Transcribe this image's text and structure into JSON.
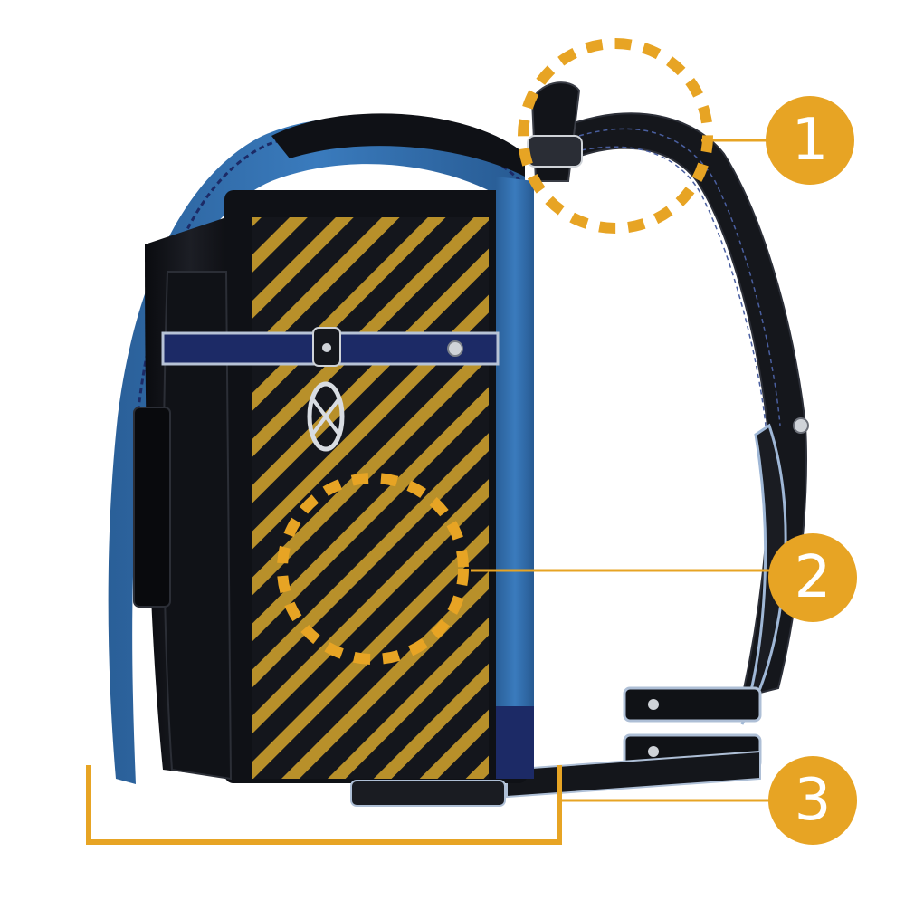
{
  "colors": {
    "accent": "#e7a424",
    "bag_body": "#111319",
    "bag_blue": "#2f6aa6",
    "bag_navy": "#1c2a66",
    "stripe": "#b8902a",
    "strap": "#15171c",
    "metal": "#cfd3d8"
  },
  "callouts": [
    {
      "number": "1",
      "target": "shoulder-strap-joint"
    },
    {
      "number": "2",
      "target": "side-panel"
    },
    {
      "number": "3",
      "target": "bag-bottom"
    }
  ]
}
